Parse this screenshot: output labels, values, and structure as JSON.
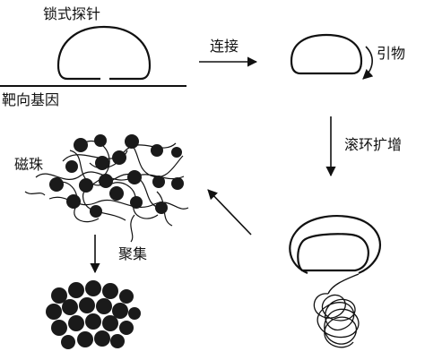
{
  "labels": {
    "padlock_probe": "锁式探针",
    "target_gene": "靶向基因",
    "ligation": "连接",
    "primer": "引物",
    "rolling_circle": "滚环扩增",
    "magnetic_beads": "磁珠",
    "aggregation": "聚集"
  },
  "colors": {
    "ink": "#111111",
    "bead": "#1a1a1a"
  }
}
